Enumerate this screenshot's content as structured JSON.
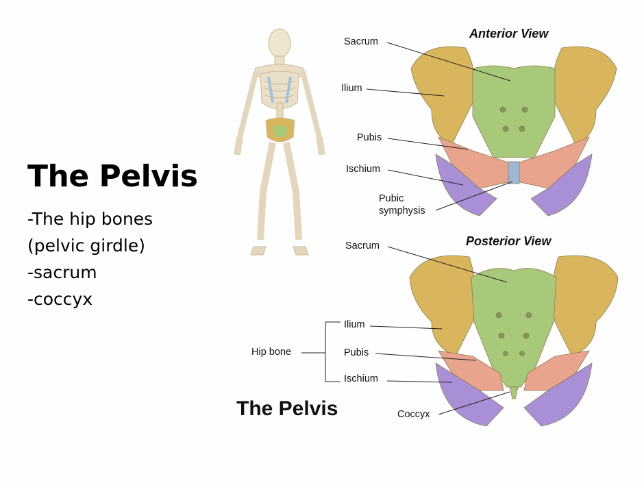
{
  "slide": {
    "title": "The Pelvis",
    "bullets": [
      "-The hip bones",
      "(pelvic girdle)",
      "-sacrum",
      "-coccyx"
    ]
  },
  "anterior": {
    "title": "Anterior View",
    "labels": {
      "sacrum": "Sacrum",
      "ilium": "Ilium",
      "pubis": "Pubis",
      "ischium": "Ischium",
      "pubic_symphysis_line1": "Pubic",
      "pubic_symphysis_line2": "symphysis"
    }
  },
  "posterior": {
    "title": "Posterior View",
    "labels": {
      "sacrum": "Sacrum",
      "hip_bone": "Hip bone",
      "ilium": "Ilium",
      "pubis": "Pubis",
      "ischium": "Ischium",
      "coccyx": "Coccyx"
    }
  },
  "caption": "The Pelvis",
  "colors": {
    "ilium": "#d9b55e",
    "sacrum": "#a9c97a",
    "pubis": "#e8a48c",
    "ischium": "#a98fd6",
    "symphysis": "#9db8d6",
    "bone": "#ece2cf"
  }
}
